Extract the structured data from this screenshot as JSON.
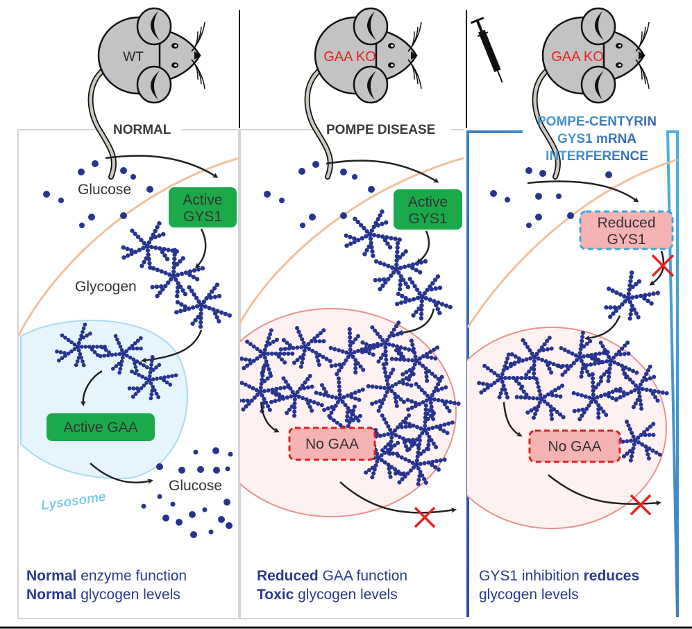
{
  "colors": {
    "glucose_dot": "#26348f",
    "glycogen": "#26348f",
    "membrane": "#f2c09c",
    "lysosome_fill": "#e6f4fb",
    "lysosome_stroke": "#a9dcef",
    "lysosome_label": "#7fcbe8",
    "diseased_fill": "#fdf1f1",
    "diseased_stroke": "#ee8f8f",
    "active_box": "#1ba94c",
    "inactive_box": "#f6b3b3",
    "dashed_red": "#e02020",
    "dashed_blue": "#3aa6d9",
    "cross": "#e8201f",
    "caption_text": "#2a3a8f",
    "treatment_border_light": "#4fb3e0",
    "treatment_border_dark": "#2d4ca0",
    "mouse_body": "#c3c3c3",
    "ko_label": "#e8201f"
  },
  "panels": [
    {
      "id": "normal",
      "mouse_label": "WT",
      "title": "NORMAL",
      "glucose_label": "Glucose",
      "glycogen_label": "Glycogen",
      "synthase_box": "Active|GYS1",
      "gaa_box": "Active GAA",
      "compartment_label": "Lysosome",
      "output_label": "Glucose",
      "caption": [
        {
          "bold": "Normal",
          "text": " enzyme function"
        },
        {
          "bold": "Normal",
          "text": " glycogen levels"
        }
      ]
    },
    {
      "id": "pompe",
      "mouse_label": "GAA KO",
      "title": "POMPE DISEASE",
      "synthase_box": "Active|GYS1",
      "gaa_box": "No GAA",
      "caption": [
        {
          "bold": "Reduced",
          "text": " GAA function"
        },
        {
          "bold": "Toxic",
          "text": " glycogen levels"
        }
      ]
    },
    {
      "id": "treatment",
      "mouse_label": "GAA KO",
      "title_lines": [
        "POMPE-CENTYRIN",
        "GYS1 mRNA",
        "INTERFERENCE"
      ],
      "synthase_box": "Reduced|GYS1",
      "gaa_box": "No GAA",
      "caption": [
        {
          "pre": "GYS1 inhibition ",
          "bold": "reduces",
          "text": ""
        },
        {
          "pre": "",
          "bold": "",
          "text": "glycogen levels"
        }
      ]
    }
  ],
  "caption_lines": {
    "p0_l0_bold": "Normal",
    "p0_l0_text": " enzyme function",
    "p0_l1_bold": "Normal",
    "p0_l1_text": " glycogen levels",
    "p1_l0_bold": "Reduced",
    "p1_l0_text": " GAA function",
    "p1_l1_bold": "Toxic",
    "p1_l1_text": " glycogen levels",
    "p2_l0_pre": "GYS1 inhibition ",
    "p2_l0_bold": "reduces",
    "p2_l1_text": "glycogen levels"
  },
  "icons": [
    "mouse-icon",
    "syringe-icon",
    "glucose-dot-icon",
    "glycogen-molecule-icon",
    "arrow-icon",
    "cross-icon"
  ]
}
